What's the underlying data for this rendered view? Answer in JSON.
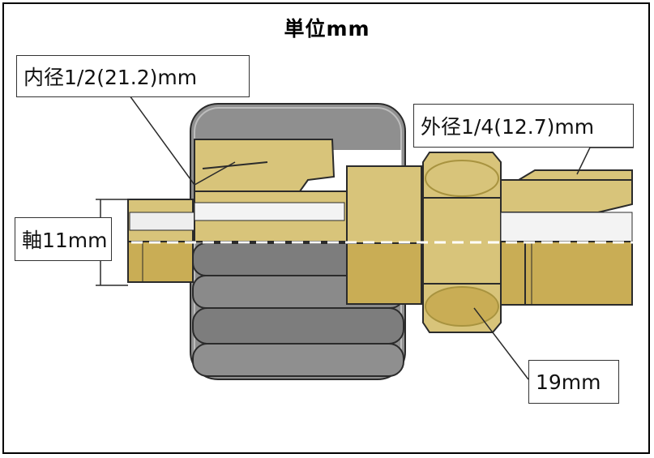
{
  "title": "単位mm",
  "labels": {
    "inner_diameter": "内径1/2(21.2)mm",
    "outer_diameter": "外径1/4(12.7)mm",
    "shaft": "軸11mm",
    "hex": "19mm"
  },
  "colors": {
    "brass": "#d8c47a",
    "brass_dark": "#a8933f",
    "brass_face": "#c9ad55",
    "nut_gray": "#8f8f8f",
    "nut_gray_dark": "#5d5d5d",
    "outline": "#2b2b2b"
  }
}
